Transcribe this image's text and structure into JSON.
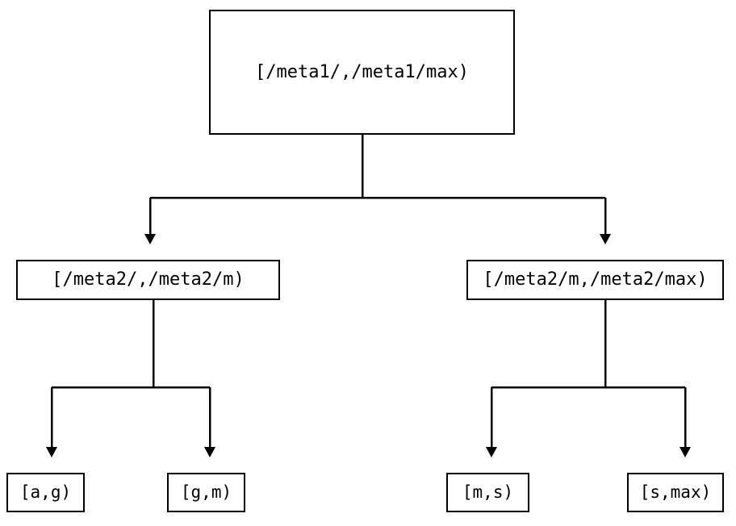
{
  "diagram": {
    "type": "tree",
    "title": "",
    "background_color": "#ffffff",
    "line_color": "#000000",
    "text_color": "#000000",
    "nodes": {
      "root": "[/meta1/,/meta1/max)",
      "mid_left": "[/meta2/,/meta2/m)",
      "mid_right": "[/meta2/m,/meta2/max)",
      "leaf_1": "[a,g)",
      "leaf_2": "[g,m)",
      "leaf_3": "[m,s)",
      "leaf_4": "[s,max)"
    },
    "edges": [
      {
        "from": "root",
        "to": "mid_left",
        "arrow": "down"
      },
      {
        "from": "root",
        "to": "mid_right",
        "arrow": "down"
      },
      {
        "from": "mid_left",
        "to": "leaf_1",
        "arrow": "down"
      },
      {
        "from": "mid_left",
        "to": "leaf_2",
        "arrow": "down"
      },
      {
        "from": "mid_right",
        "to": "leaf_3",
        "arrow": "down"
      },
      {
        "from": "mid_right",
        "to": "leaf_4",
        "arrow": "down"
      }
    ]
  }
}
